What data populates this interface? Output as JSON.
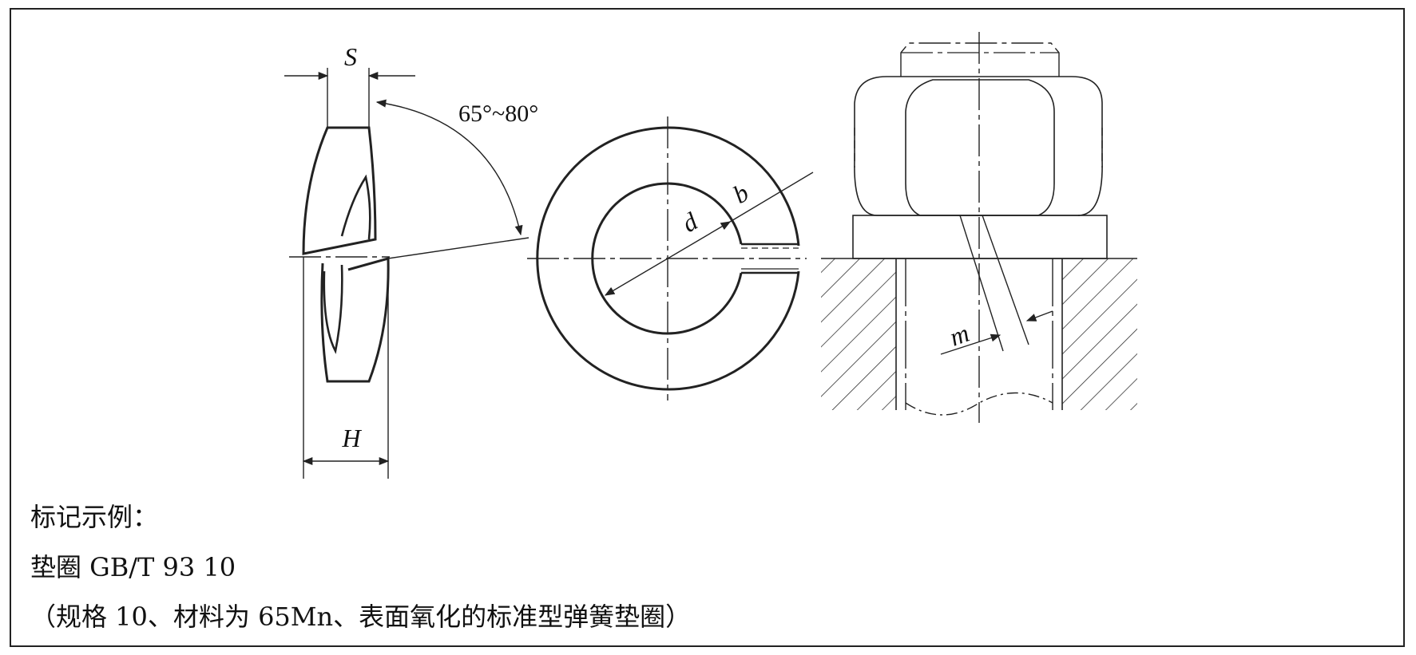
{
  "labels": {
    "s": "S",
    "h": "H",
    "angle": "65°~80°",
    "d": "d",
    "b": "b",
    "m": "m"
  },
  "marking": {
    "heading": "标记示例：",
    "example": "垫圈 GB/T 93 10",
    "explanation": "（规格 10、材料为 65Mn、表面氧化的标准型弹簧垫圈）"
  }
}
